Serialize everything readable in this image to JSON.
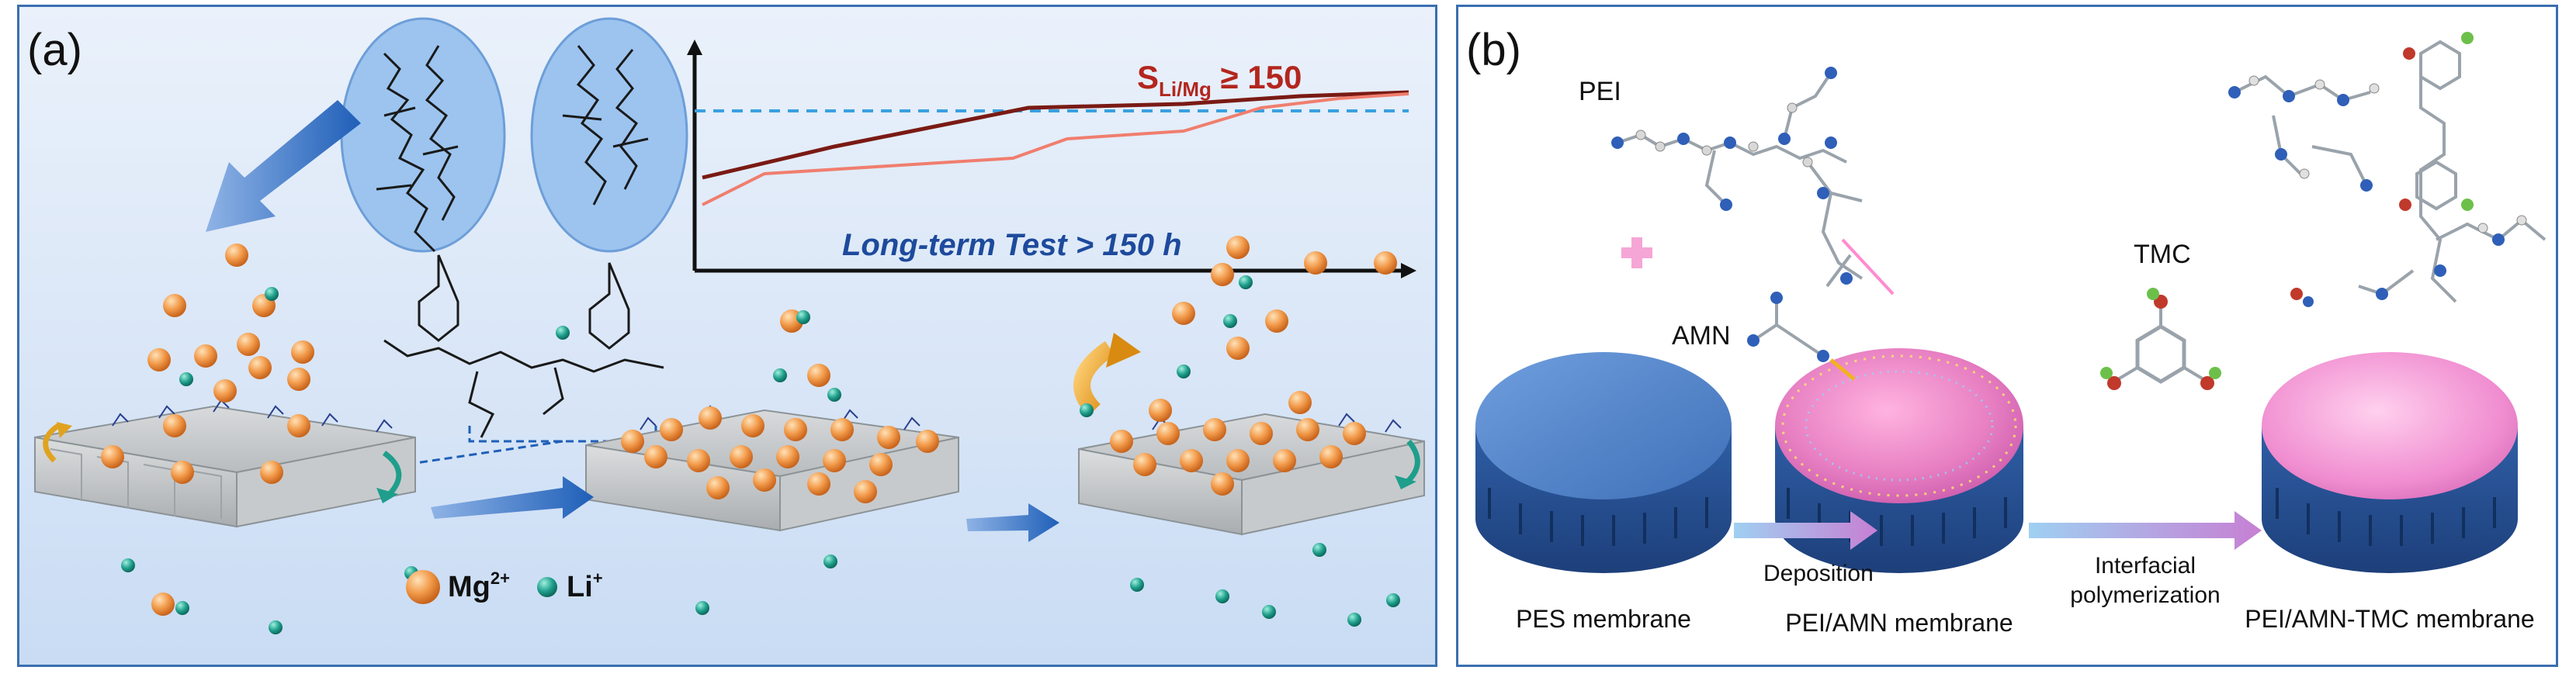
{
  "panels": {
    "a": {
      "label": "(a)",
      "selectivity_label": "S",
      "selectivity_sub": "Li/Mg",
      "selectivity_value": " ≥ 150",
      "longterm_label": "Long-term Test > 150 h",
      "legend_mg": "Mg",
      "legend_mg_sup": "2+",
      "legend_li": "Li",
      "legend_li_sup": "+"
    },
    "b": {
      "label": "(b)",
      "pei_label": "PEI",
      "amn_label": "AMN",
      "tmc_label": "TMC",
      "deposition_label": "Deposition",
      "interfacial_line1": "Interfacial",
      "interfacial_line2": "polymerization",
      "pes_label": "PES membrane",
      "pei_amn_label": "PEI/AMN membrane",
      "pei_amn_tmc_label": "PEI/AMN-TMC membrane"
    }
  },
  "colors": {
    "mg_ion": "#f29a4a",
    "li_ion": "#1f9e8c",
    "arrow_blue": "#1f5fb8",
    "selectivity_red": "#b3261e",
    "longterm_blue": "#1d4a9c",
    "pes_blue": "#4f7fc4",
    "pink_membrane": "#e77fc2"
  }
}
